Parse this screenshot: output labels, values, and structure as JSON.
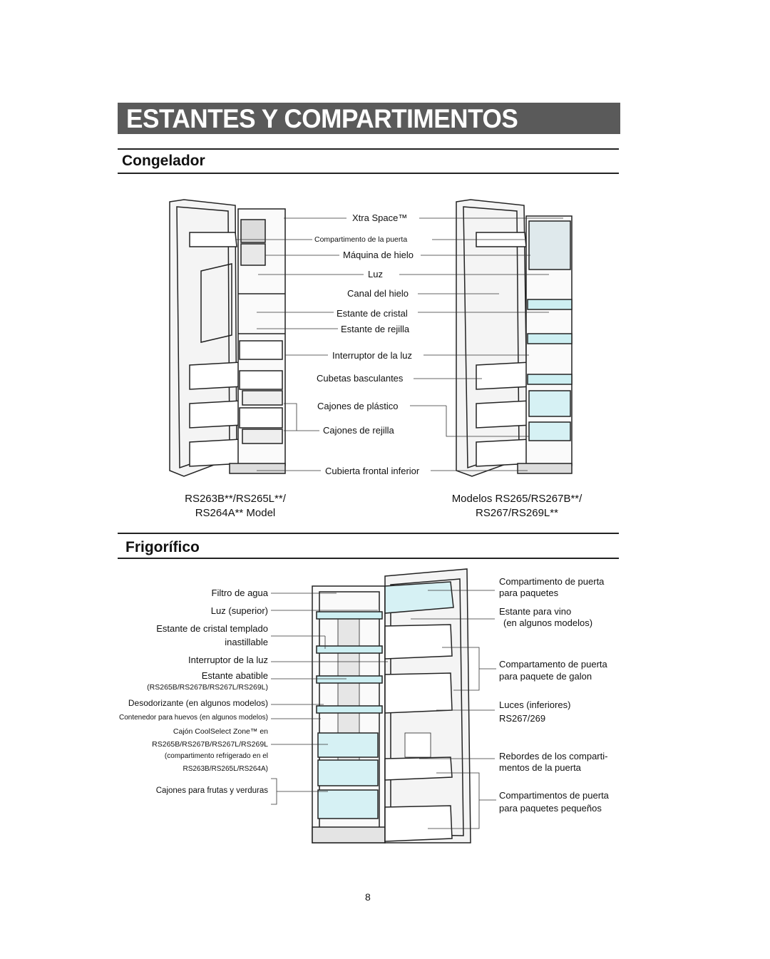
{
  "page_title": "ESTANTES Y COMPARTIMENTOS",
  "sections": {
    "freezer": "Congelador",
    "fridge": "Frigorífico"
  },
  "freezer_labels": [
    "Xtra Space™",
    "Compartimento de la puerta",
    "Máquina de hielo",
    "Luz",
    "Canal del hielo",
    "Estante de cristal",
    "Estante de rejilla",
    "Interruptor de la luz",
    "Cubetas basculantes",
    "Cajones de plástico",
    "Cajones de rejilla",
    "Cubierta frontal inferior"
  ],
  "models": {
    "left_line1": "RS263B**/RS265L**/",
    "left_line2": "RS264A** Model",
    "right_line1": "Modelos RS265/RS267B**/",
    "right_line2": "RS267/RS269L**"
  },
  "fridge_left_labels": [
    "Filtro de agua",
    "Luz (superior)",
    "Estante de cristal templado",
    "inastillable",
    "Interruptor de la luz",
    "Estante abatible",
    "(RS265B/RS267B/RS267L/RS269L)",
    "Desodorizante (en algunos modelos)",
    "Contenedor para huevos (en algunos modelos)",
    "Cajón CoolSelect Zone™ en",
    "RS265B/RS267B/RS267L/RS269L",
    "(compartimento refrigerado en el",
    "RS263B/RS265L/RS264A)",
    "Cajones para frutas y verduras"
  ],
  "fridge_right_labels": [
    "Compartimento de puerta",
    "para paquetes",
    "Estante para vino",
    "(en algunos modelos)",
    "Compartamento de puerta",
    "para paquete de galon",
    "Luces (inferiores)",
    "RS267/269",
    "Rebordes de los comparti-",
    "mentos de la puerta",
    "Compartimentos de puerta",
    "para paquetes pequeños"
  ],
  "page_number": "8"
}
